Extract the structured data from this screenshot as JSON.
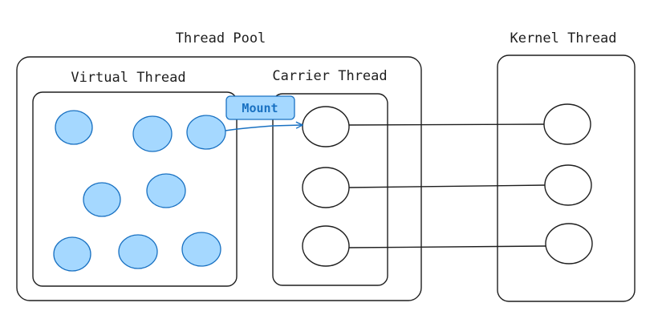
{
  "diagram": {
    "labels": {
      "thread_pool": "Thread Pool",
      "virtual_thread": "Virtual Thread",
      "carrier_thread": "Carrier Thread",
      "kernel_thread": "Kernel Thread",
      "mount": "Mount"
    },
    "colors": {
      "virtual_fill": "#a5d8ff",
      "virtual_stroke": "#1971c2",
      "stroke": "#1e1e1e",
      "background": "#ffffff"
    },
    "virtual_thread_count": 8,
    "carrier_thread_count": 3,
    "kernel_thread_count": 3,
    "links": [
      {
        "from": "carrier-1",
        "to": "kernel-1"
      },
      {
        "from": "carrier-2",
        "to": "kernel-2"
      },
      {
        "from": "carrier-3",
        "to": "kernel-3"
      }
    ],
    "mount": {
      "from": "virtual-3",
      "to": "carrier-1"
    }
  }
}
